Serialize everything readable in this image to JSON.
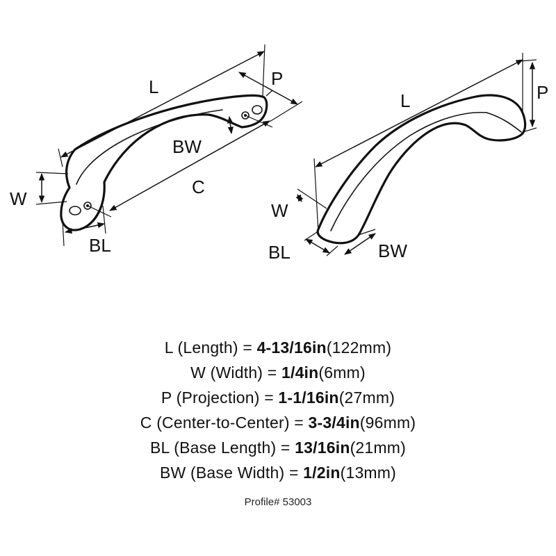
{
  "labels": {
    "left_L": "L",
    "left_P": "P",
    "left_W": "W",
    "left_BW": "BW",
    "left_C": "C",
    "left_BL": "BL",
    "right_L": "L",
    "right_P": "P",
    "right_W": "W",
    "right_BL": "BL",
    "right_BW": "BW"
  },
  "specs": [
    {
      "code": "L",
      "name": "(Length) = ",
      "imperial": "4-13/16in",
      "metric": "(122mm)"
    },
    {
      "code": "W",
      "name": "(Width) = ",
      "imperial": "1/4in",
      "metric": "(6mm)"
    },
    {
      "code": "P",
      "name": "(Projection) = ",
      "imperial": "1-1/16in",
      "metric": "(27mm)"
    },
    {
      "code": "C",
      "name": "(Center-to-Center) = ",
      "imperial": "3-3/4in",
      "metric": "(96mm)"
    },
    {
      "code": "BL",
      "name": "(Base Length) = ",
      "imperial": "13/16in",
      "metric": "(21mm)"
    },
    {
      "code": "BW",
      "name": "(Base Width) = ",
      "imperial": "1/2in",
      "metric": "(13mm)"
    }
  ],
  "profile": "Profile# 53003"
}
